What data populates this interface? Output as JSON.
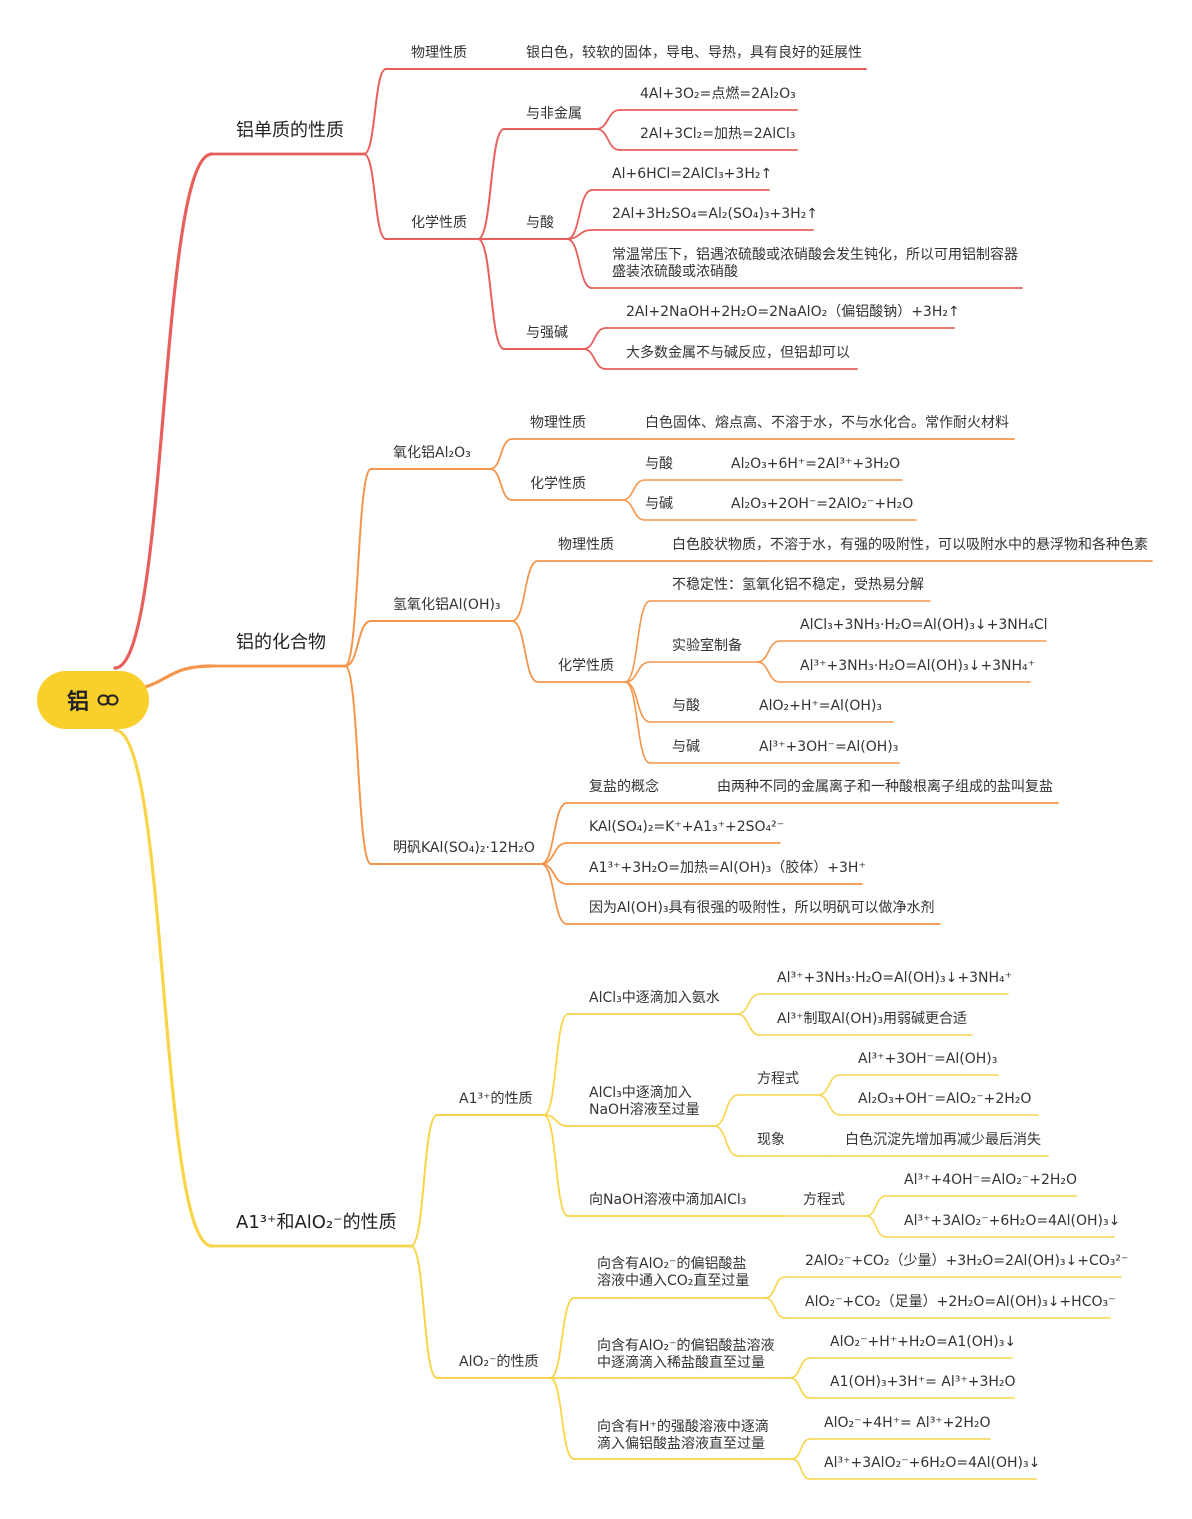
{
  "colors": {
    "root": "#f9cf2b",
    "branch1": "#e8605c",
    "branch2": "#f4954b",
    "branch3": "#f8d448",
    "text": "#333333"
  },
  "root": {
    "label": "铝",
    "icon": "link-icon"
  },
  "b1": {
    "title": "铝单质的性质",
    "phys": {
      "label": "物理性质",
      "desc": "银白色，较软的固体，导电、导热，具有良好的延展性"
    },
    "chem": {
      "label": "化学性质",
      "nonmetal": {
        "label": "与非金属",
        "items": [
          "4Al+3O₂=点燃=2Al₂O₃",
          "2Al+3Cl₂=加热=2AlCl₃"
        ]
      },
      "acid": {
        "label": "与酸",
        "items": [
          "Al+6HCl=2AlCl₃+3H₂↑",
          "2Al+3H₂SO₄=Al₂(SO₄)₃+3H₂↑",
          "常温常压下，铝遇浓硫酸或浓硝酸会发生钝化，所以可用铝制容器盛装浓硫酸或浓硝酸"
        ]
      },
      "base": {
        "label": "与强碱",
        "items": [
          "2Al+2NaOH+2H₂O=2NaAlO₂（偏铝酸钠）+3H₂↑",
          "大多数金属不与碱反应，但铝却可以"
        ]
      }
    }
  },
  "b2": {
    "title": "铝的化合物",
    "oxide": {
      "label": "氧化铝Al₂O₃",
      "phys": {
        "label": "物理性质",
        "desc": "白色固体、熔点高、不溶于水，不与水化合。常作耐火材料"
      },
      "chem": {
        "label": "化学性质",
        "acid": {
          "label": "与酸",
          "eq": "Al₂O₃+6H⁺=2Al³⁺+3H₂O"
        },
        "base": {
          "label": "与碱",
          "eq": "Al₂O₃+2OH⁻=2AlO₂⁻+H₂O"
        }
      }
    },
    "hydroxide": {
      "label": "氢氧化铝Al(OH)₃",
      "phys": {
        "label": "物理性质",
        "desc": "白色胶状物质，不溶于水，有强的吸附性，可以吸附水中的悬浮物和各种色素"
      },
      "chem": {
        "label": "化学性质",
        "unstable": "不稳定性：氢氧化铝不稳定，受热易分解",
        "lab": {
          "label": "实验室制备",
          "items": [
            "AlCl₃+3NH₃·H₂O=Al(OH)₃↓+3NH₄Cl",
            "Al³⁺+3NH₃·H₂O=Al(OH)₃↓+3NH₄⁺"
          ]
        },
        "acid": {
          "label": "与酸",
          "eq": "AlO₂+H⁺=Al(OH)₃"
        },
        "base": {
          "label": "与碱",
          "eq": "Al³⁺+3OH⁻=Al(OH)₃"
        }
      }
    },
    "alum": {
      "label": "明矾KAl(SO₄)₂·12H₂O",
      "concept": {
        "label": "复盐的概念",
        "desc": "由两种不同的金属离子和一种酸根离子组成的盐叫复盐"
      },
      "items": [
        "KAl(SO₄)₂=K⁺+A1₃⁺+2SO₄²⁻",
        "A1³⁺+3H₂O=加热=Al(OH)₃（胶体）+3H⁺",
        "因为Al(OH)₃具有很强的吸附性，所以明矾可以做净水剂"
      ]
    }
  },
  "b3": {
    "title": "A1³⁺和AlO₂⁻的性质",
    "al3": {
      "label": "A1³⁺的性质",
      "ammonia": {
        "label": "AlCl₃中逐滴加入氨水",
        "items": [
          "Al³⁺+3NH₃·H₂O=Al(OH)₃↓+3NH₄⁺",
          "Al³⁺制取Al(OH)₃用弱碱更合适"
        ]
      },
      "naoh": {
        "label": "AlCl₃中逐滴加入NaOH溶液至过量",
        "eqs": {
          "label": "方程式",
          "items": [
            "Al³⁺+3OH⁻=Al(OH)₃",
            "Al₂O₃+OH⁻=AlO₂⁻+2H₂O"
          ]
        },
        "phen": {
          "label": "现象",
          "desc": "白色沉淀先增加再减少最后消失"
        }
      },
      "rev": {
        "label": "向NaOH溶液中滴加AlCl₃",
        "eqs": {
          "label": "方程式",
          "items": [
            "Al³⁺+4OH⁻=AlO₂⁻+2H₂O",
            "Al³⁺+3AlO₂⁻+6H₂O=4Al(OH)₃↓"
          ]
        }
      }
    },
    "alo2": {
      "label": "AlO₂⁻的性质",
      "co2": {
        "label": "向含有AlO₂⁻的偏铝酸盐溶液中通入CO₂直至过量",
        "items": [
          "2AlO₂⁻+CO₂（少量）+3H₂O=2Al(OH)₃↓+CO₃²⁻",
          "AlO₂⁻+CO₂（足量）+2H₂O=Al(OH)₃↓+HCO₃⁻"
        ]
      },
      "hcl": {
        "label": "向含有AlO₂⁻的偏铝酸盐溶液中逐滴滴入稀盐酸直至过量",
        "items": [
          "AlO₂⁻+H⁺+H₂O=A1(OH)₃↓",
          "A1(OH)₃+3H⁺= Al³⁺+3H₂O"
        ]
      },
      "acid": {
        "label": "向含有H⁺的强酸溶液中逐滴滴入偏铝酸盐溶液直至过量",
        "items": [
          "AlO₂⁻+4H⁺= Al³⁺+2H₂O",
          "Al³⁺+3AlO₂⁻+6H₂O=4Al(OH)₃↓"
        ]
      }
    }
  }
}
